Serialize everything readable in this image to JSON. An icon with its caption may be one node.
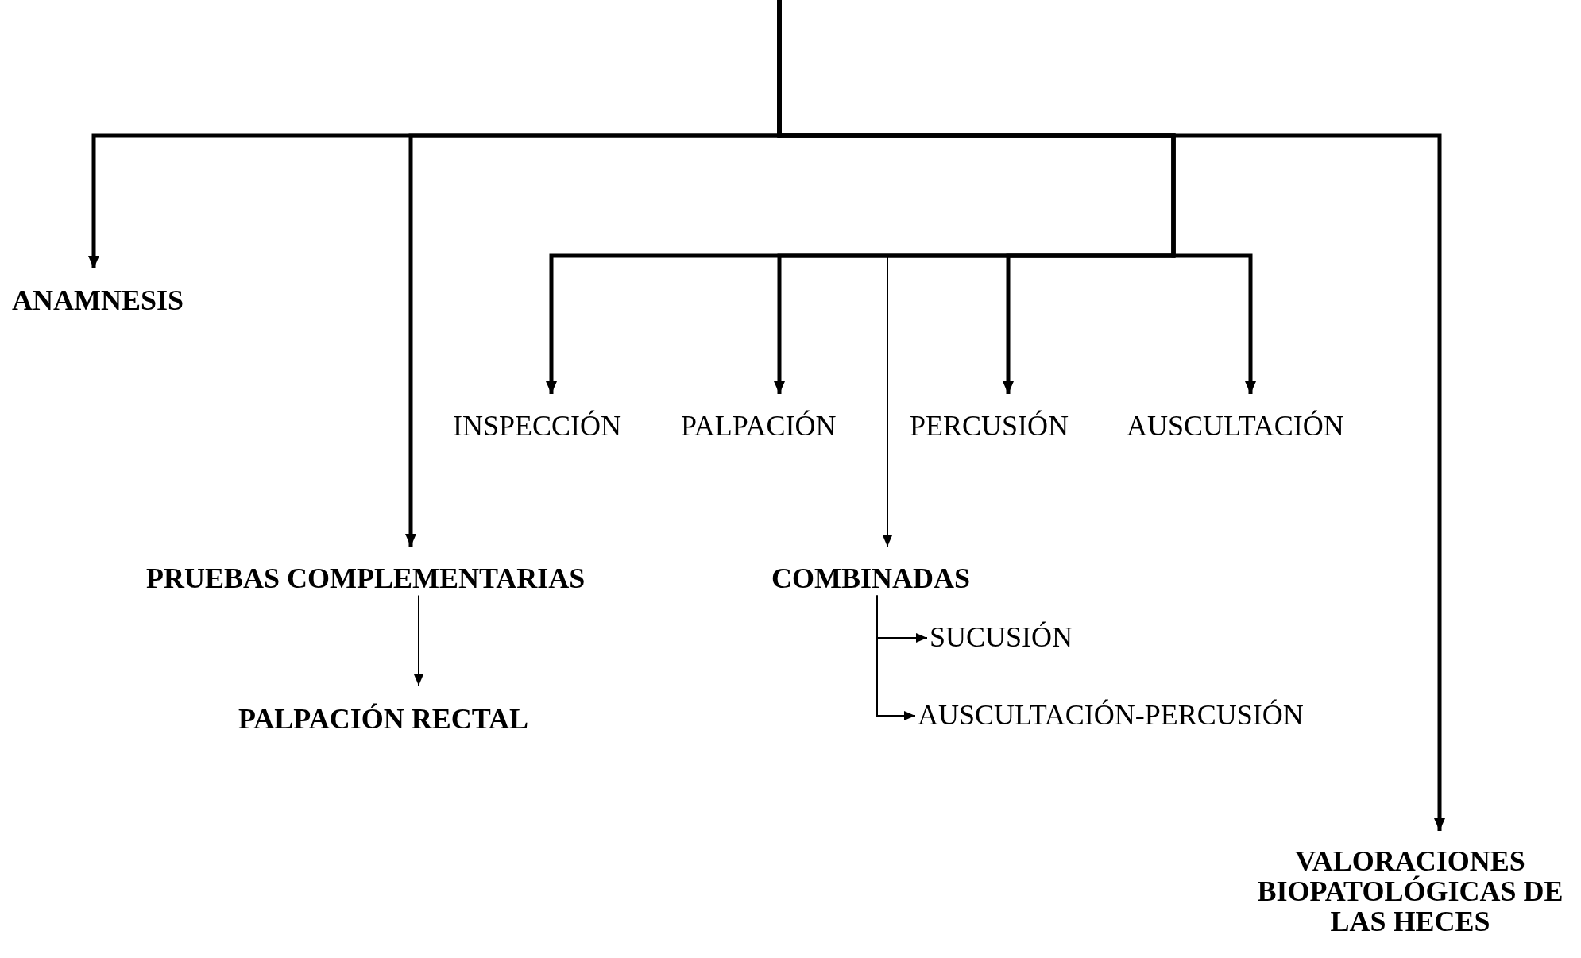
{
  "diagram": {
    "nodes": [
      {
        "text": [
          "ANAMNESIS"
        ]
      },
      {
        "text": [
          "INSPECCIÓN"
        ]
      },
      {
        "text": [
          "PALPACIÓN"
        ]
      },
      {
        "text": [
          "PERCUSIÓN"
        ]
      },
      {
        "text": [
          "AUSCULTACIÓN"
        ]
      },
      {
        "text": [
          "PRUEBAS COMPLEMENTARIAS"
        ]
      },
      {
        "text": [
          "COMBINADAS"
        ]
      },
      {
        "text": [
          "SUCUSIÓN"
        ]
      },
      {
        "text": [
          "PALPACIÓN RECTAL"
        ]
      },
      {
        "text": [
          "AUSCULTACIÓN-PERCUSIÓN"
        ]
      },
      {
        "text": [
          "VALORACIONES BIOPATOLÓGICAS DE LAS HECES"
        ]
      }
    ],
    "edges": [
      {
        "from": null,
        "to": 0,
        "arrow": "to"
      },
      {
        "from": null,
        "to": 5,
        "arrow": "to"
      },
      {
        "from": null,
        "to": 1,
        "arrow": "to"
      },
      {
        "from": null,
        "to": 2,
        "arrow": "to"
      },
      {
        "from": null,
        "to": 3,
        "arrow": "to"
      },
      {
        "from": null,
        "to": 4,
        "arrow": "to"
      },
      {
        "from": null,
        "to": 6,
        "arrow": "to"
      },
      {
        "from": null,
        "to": 10,
        "arrow": "to"
      },
      {
        "from": 5,
        "to": 8,
        "arrow": "to"
      },
      {
        "from": 6,
        "to": 7,
        "arrow": "to"
      },
      {
        "from": 6,
        "to": 9,
        "arrow": "to"
      }
    ]
  }
}
